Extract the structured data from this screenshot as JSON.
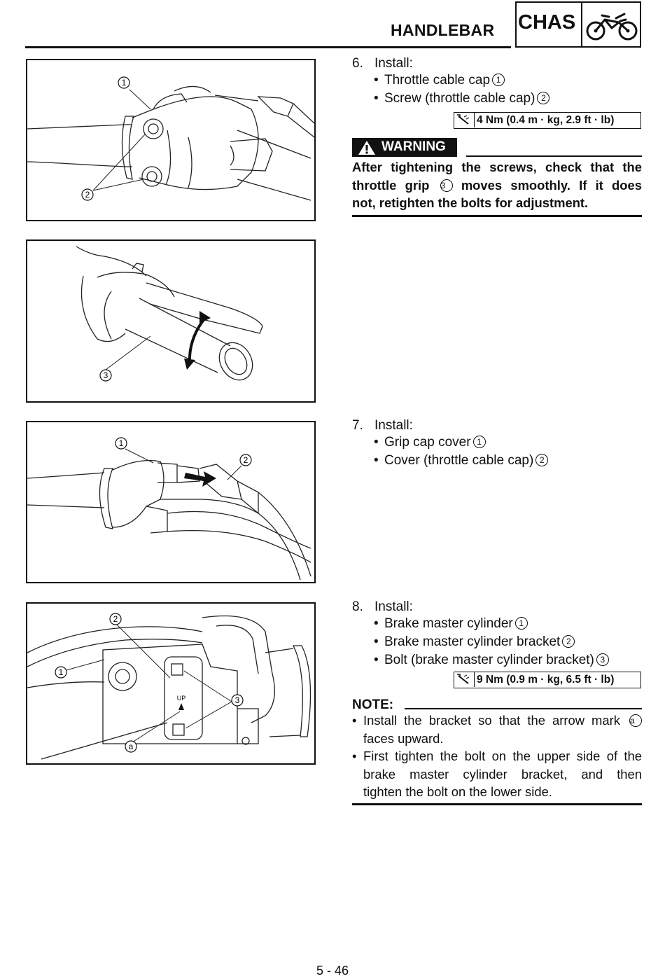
{
  "header": {
    "title": "HANDLEBAR",
    "section": "CHAS",
    "section_icon": "motorcycle-icon"
  },
  "figures": {
    "fig1": {
      "callouts": [
        "1",
        "2"
      ]
    },
    "fig2": {
      "callouts": [
        "3"
      ]
    },
    "fig3": {
      "callouts": [
        "1",
        "2"
      ]
    },
    "fig4": {
      "callouts": [
        "2",
        "1",
        "3",
        "a"
      ],
      "mark_text": "UP"
    }
  },
  "step6": {
    "number": "6.",
    "label": "Install:",
    "items": [
      {
        "text": "Throttle cable cap",
        "ref": "1"
      },
      {
        "text": "Screw (throttle cable cap)",
        "ref": "2"
      }
    ],
    "torque": "4 Nm (0.4 m · kg, 2.9 ft · lb)"
  },
  "warning": {
    "label": "WARNING",
    "lines": [
      [
        "After tightening the screws, check that the"
      ],
      [
        "throttle grip",
        "3",
        "moves smoothly. If it does"
      ],
      [
        "not, retighten the bolts for adjustment."
      ]
    ]
  },
  "step7": {
    "number": "7.",
    "label": "Install:",
    "items": [
      {
        "text": "Grip cap cover",
        "ref": "1"
      },
      {
        "text": "Cover (throttle cable cap)",
        "ref": "2"
      }
    ]
  },
  "step8": {
    "number": "8.",
    "label": "Install:",
    "items": [
      {
        "text": "Brake master cylinder",
        "ref": "1"
      },
      {
        "text": "Brake master cylinder bracket",
        "ref": "2"
      },
      {
        "text": "Bolt (brake master cylinder bracket)",
        "ref": "3"
      }
    ],
    "torque": "9 Nm (0.9 m · kg, 6.5 ft · lb)"
  },
  "note": {
    "label": "NOTE:",
    "item1_a": "Install the bracket so that the arrow mark",
    "item1_ref": "a",
    "item1_b": "faces upward.",
    "item2_lines": [
      "First tighten the bolt on the upper side of the",
      "brake master cylinder bracket, and then",
      "tighten the bolt on the lower side."
    ]
  },
  "page_number": "5 - 46"
}
